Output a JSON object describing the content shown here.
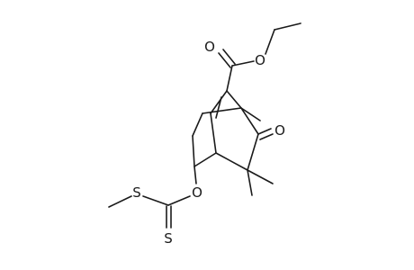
{
  "molecule": {
    "atom_labels": {
      "ester_carbonyl_oxygen": "O",
      "ester_ether_oxygen": "O",
      "ketone_oxygen": "O",
      "xanthate_oxygen": "O",
      "thioether_sulfur": "S",
      "thione_sulfur": "S"
    }
  }
}
